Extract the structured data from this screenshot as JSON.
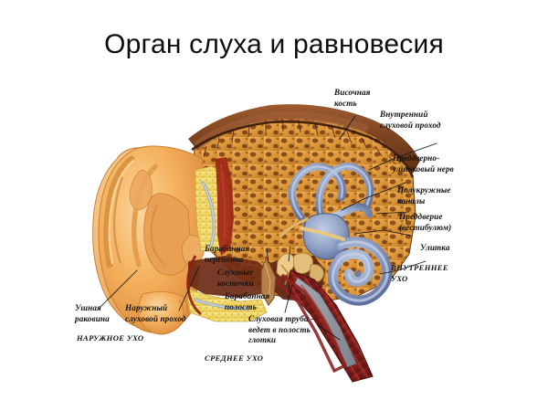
{
  "slide": {
    "title": "Орган слуха и равновесия",
    "background_color": "#ffffff",
    "title_color": "#0d0d0d"
  },
  "figure": {
    "name": "anatomical-cross-section-of-human-ear",
    "description": "Цветной анатомический разрез органа слуха и равновесия",
    "palette": {
      "pinna_flesh": "#f2a955",
      "pinna_light": "#fbcf92",
      "pinna_shadow": "#d2833c",
      "cartilage_yellow": "#f6d96a",
      "canal_red": "#9e2616",
      "cortical_bone": "#8a4a28",
      "trabecular_bone": "#e09a3c",
      "trabecular_dark": "#7b3f18",
      "cochlea_blue": "#8d9fc4",
      "cochlea_blue_dark": "#5c6e99",
      "muscle_red": "#8f2220",
      "muscle_dark": "#5e1414",
      "ossicle_tan": "#e8c07a",
      "leader_line": "#1a1a1a"
    }
  },
  "labels": {
    "temporal_bone": "Височная\nкость",
    "internal_acoustic_meatus": "Внутренний\nслуховой проход",
    "vestibulocochlear_nerve": "Преддверно-\nулитковый нерв",
    "semicircular_canals": "Полукружные\nканалы",
    "vestibule": "Преддверие\n(вестибулюм)",
    "cochlea": "Улитка",
    "inner_ear_caption": "ВНУТРЕННЕЕ\nУХО",
    "eardrum": "Барабанная\nперепонка",
    "auditory_ossicles": "Слуховые\nкосточки",
    "tympanic_cavity": "Барабанная\nполость",
    "auditory_tube": "Слуховая труба -\nведет в полость\nглотки",
    "auricle": "Ушная\nраковина",
    "external_acoustic_meatus": "Наружный\nслуховой проход",
    "outer_ear_caption": "НАРУЖНОЕ УХО",
    "middle_ear_caption": "СРЕДНЕЕ УХО"
  }
}
